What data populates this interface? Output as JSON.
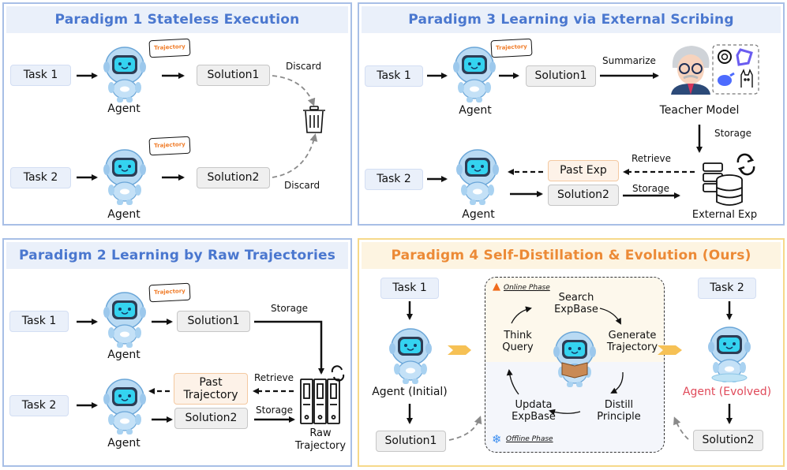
{
  "panels": {
    "p1": {
      "title": "Paradigm 1 Stateless Execution",
      "task1": "Task 1",
      "task2": "Task 2",
      "agent1": "Agent",
      "agent2": "Agent",
      "bubble1": "Trajectory",
      "bubble2": "Trajectory",
      "solution1": "Solution1",
      "solution2": "Solution2",
      "discard1": "Discard",
      "discard2": "Discard",
      "trash_icon": "trash-can-icon"
    },
    "p2": {
      "title": "Paradigm 2 Learning by Raw Trajectories",
      "task1": "Task 1",
      "task2": "Task 2",
      "agent1": "Agent",
      "agent2": "Agent",
      "bubble1": "Trajectory",
      "solution1": "Solution1",
      "solution2": "Solution2",
      "past_trajectory_line1": "Past",
      "past_trajectory_line2": "Trajectory",
      "storage1": "Storage",
      "storage2": "Storage",
      "retrieve": "Retrieve",
      "raw_line1": "Raw",
      "raw_line2": "Trajectory"
    },
    "p3": {
      "title": "Paradigm 3 Learning via External Scribing",
      "task1": "Task 1",
      "task2": "Task 2",
      "agent1": "Agent",
      "agent2": "Agent",
      "bubble1": "Trajectory",
      "solution1": "Solution1",
      "solution2": "Solution2",
      "summarize": "Summarize",
      "teacher": "Teacher Model",
      "storage1": "Storage",
      "storage2": "Storage",
      "retrieve": "Retrieve",
      "past_exp": "Past Exp",
      "external_exp": "External Exp",
      "model_icons": [
        "openai-icon",
        "qwen-icon",
        "deepseek-icon",
        "llama-icon"
      ]
    },
    "p4": {
      "title": "Paradigm 4 Self-Distillation & Evolution (Ours)",
      "task1": "Task 1",
      "task2": "Task 2",
      "agent_initial": "Agent (Initial)",
      "agent_evolved": "Agent (Evolved)",
      "solution1": "Solution1",
      "solution2": "Solution2",
      "online_phase": "Online Phase",
      "offline_phase": "Offline Phase",
      "search_l1": "Search",
      "search_l2": "ExpBase",
      "generate_l1": "Generate",
      "generate_l2": "Trajectory",
      "distill_l1": "Distill",
      "distill_l2": "Principle",
      "update_l1": "Updata",
      "update_l2": "ExpBase",
      "think_l1": "Think",
      "think_l2": "Query"
    }
  },
  "colors": {
    "panel_border": "#a8bfe6",
    "title_blue": "#4a77cf",
    "title_orange": "#ec8a36",
    "evolved_red": "#e04a5a",
    "trajectory_orange": "#f07d2a"
  }
}
